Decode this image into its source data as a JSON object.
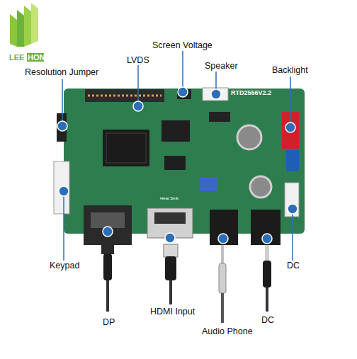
{
  "diagram": {
    "labels": [
      "LEE",
      "HON",
      "Resolution Jumper",
      "LVDS",
      "Screen Voltage",
      "Speaker",
      "Backlight",
      "RTD2556V2.2",
      "Heat Sink",
      "Keypad",
      "DC",
      "DP",
      "HDMI Input",
      "Audio Phone",
      "DC"
    ]
  }
}
